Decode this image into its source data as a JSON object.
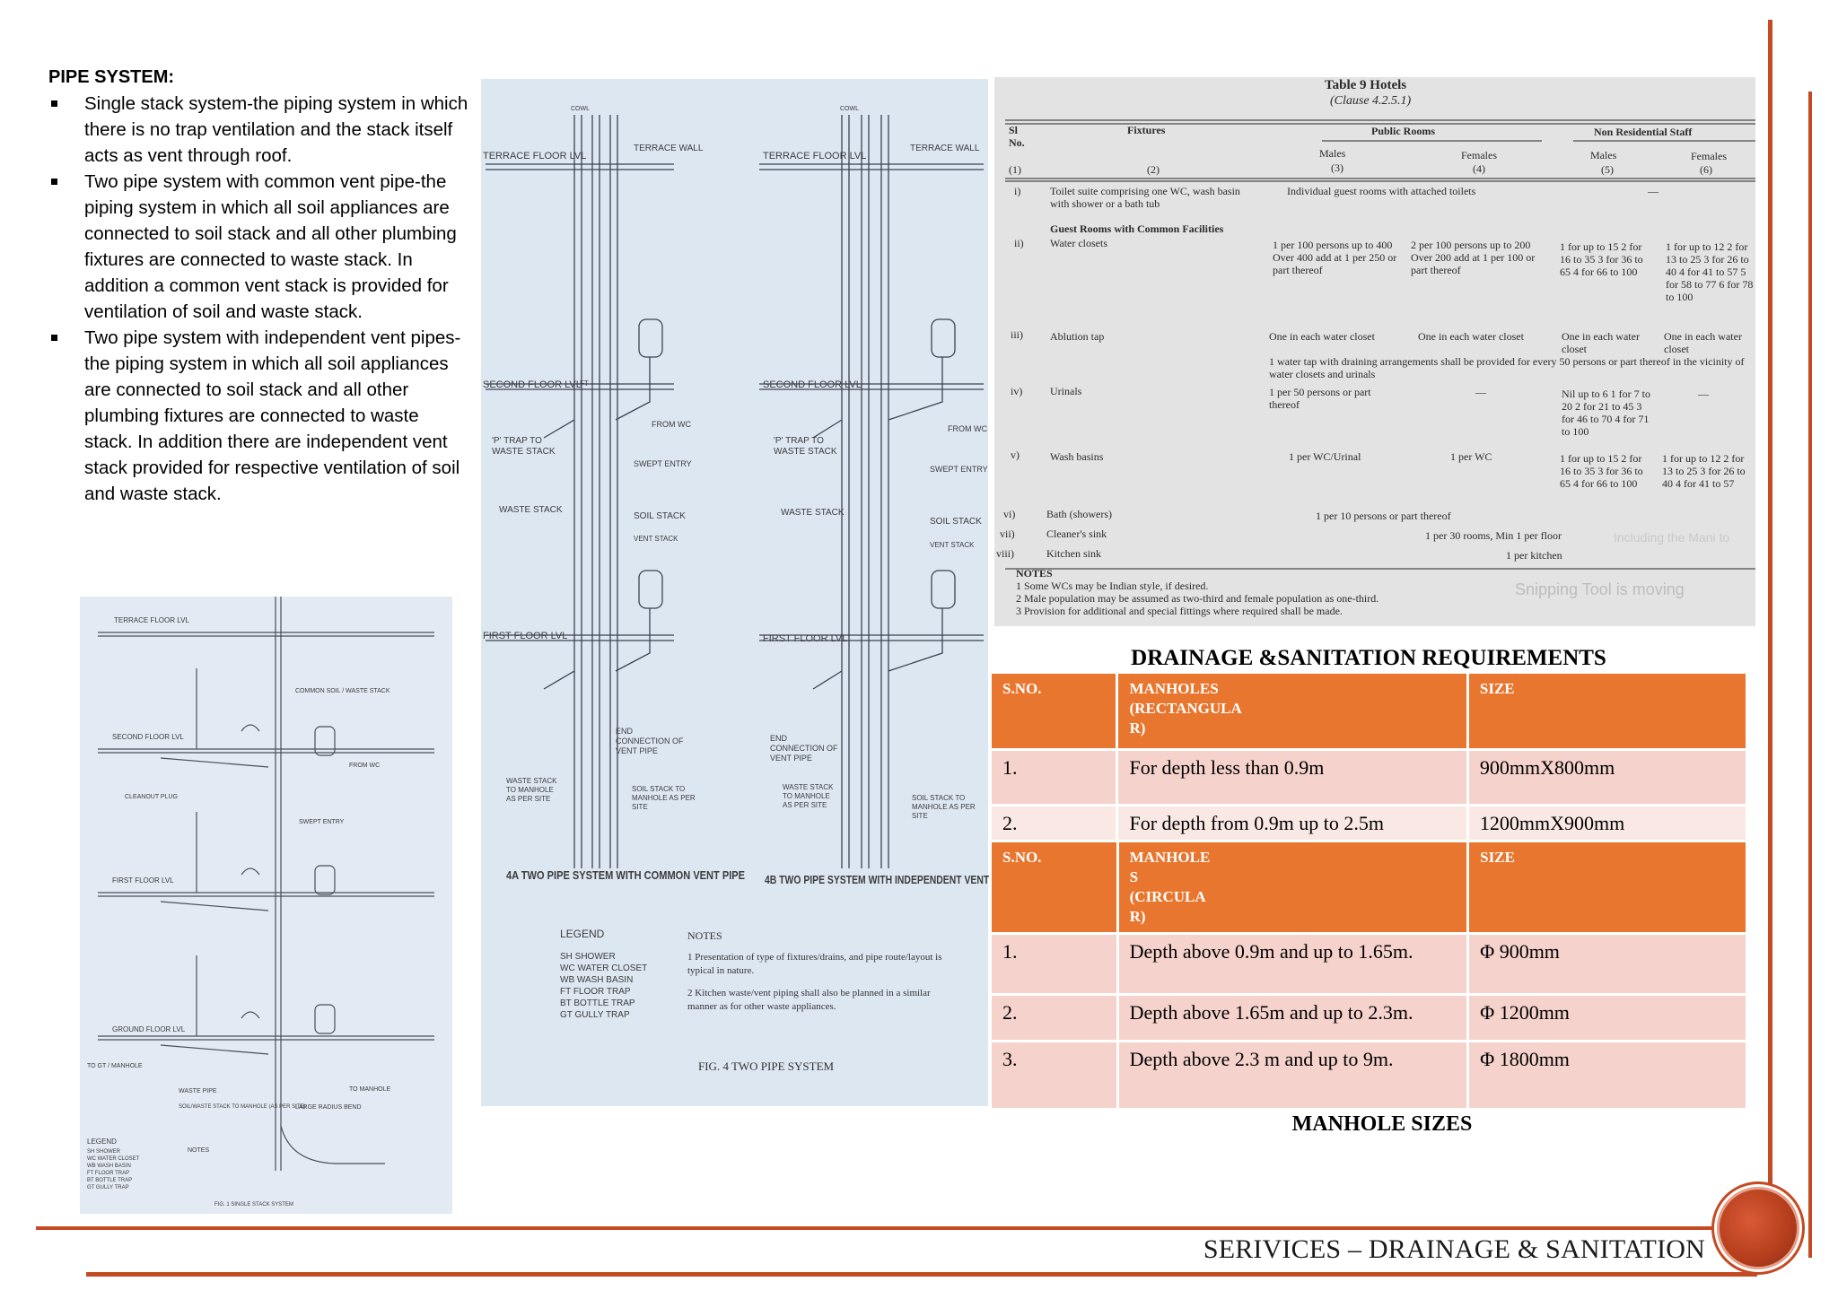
{
  "pipe_system": {
    "heading": "PIPE SYSTEM:",
    "bullets": [
      "Single stack system-the piping system in which  there is no trap ventilation and the stack itself  acts as vent through roof.",
      "Two pipe system with common vent pipe-the  piping system in which all soil appliances are  connected to soil stack and all other plumbing  fixtures are connected to waste stack. In  addition a common vent stack is provided for ventilation of soil and waste stack.",
      "Two pipe system with independent vent pipes-  the piping system in which all soil appliances  are connected to soil stack and all other  plumbing fixtures are connected to waste stack.  In addition there are independent vent stack  provided for respective ventilation of soil and  waste stack."
    ]
  },
  "single_stack_drawing": {
    "labels": [
      "TERRACE FLOOR LVL",
      "COMMON SOIL / WASTE STACK",
      "SECOND FLOOR LVL",
      "FIRST FLOOR LVL",
      "GROUND FLOOR LVL",
      "FROM WC",
      "SWEPT ENTRY",
      "CLEANOUT PLUG",
      "TO GT / MANHOLE",
      "WASTE PIPE",
      "SOIL/WASTE STACK TO MANHOLE (AS PER SITE)",
      "LARGE RADIUS BEND",
      "TO MANHOLE",
      "LEGEND",
      "NOTES"
    ],
    "legend": [
      "SH  SHOWER",
      "WC  WATER CLOSET",
      "WB  WASH BASIN",
      "FT  FLOOR TRAP",
      "BT  BOTTLE TRAP",
      "GT  GULLY TRAP"
    ],
    "caption": "FIG. 1 SINGLE STACK SYSTEM"
  },
  "two_pipe_drawing": {
    "labels_left": [
      "COWL",
      "TERRACE FLOOR LVL",
      "TERRACE WALL",
      "SECOND FLOOR LVL",
      "FT",
      "FROM WC",
      "'P' TRAP TO WASTE STACK",
      "SWEPT ENTRY",
      "WASTE STACK",
      "SOIL STACK",
      "VENT STACK",
      "FIRST FLOOR LVL",
      "END CONNECTION OF VENT PIPE",
      "WASTE STACK TO MANHOLE AS PER SITE",
      "SOIL STACK TO MANHOLE AS PER SITE"
    ],
    "labels_right": [
      "COWL",
      "TERRACE FLOOR LVL",
      "TERRACE WALL",
      "SECOND FLOOR LVL",
      "FROM WC",
      "'P' TRAP TO WASTE STACK",
      "SWEPT ENTRY",
      "WASTE STACK",
      "SOIL STACK",
      "VENT STACK",
      "FIRST FLOOR LVL",
      "END CONNECTION OF VENT PIPE",
      "WASTE STACK TO MANHOLE AS PER SITE",
      "SOIL STACK TO MANHOLE AS PER SITE"
    ],
    "caption_4a": "4A TWO PIPE SYSTEM WITH COMMON VENT PIPE",
    "caption_4b": "4B TWO PIPE SYSTEM WITH INDEPENDENT VENT PIPES",
    "legend_title": "LEGEND",
    "legend": [
      "SH  SHOWER",
      "WC  WATER CLOSET",
      "WB  WASH BASIN",
      "FT  FLOOR TRAP",
      "BT  BOTTLE TRAP",
      "GT  GULLY TRAP"
    ],
    "notes_title": "NOTES",
    "notes": [
      "1  Presentation of type of fixtures/drains, and pipe route/layout is typical in nature.",
      "2  Kitchen waste/vent piping shall also be planned in a similar manner as for other waste appliances."
    ],
    "caption": "FIG. 4 TWO PIPE SYSTEM"
  },
  "table9": {
    "title": "Table 9 Hotels",
    "clause": "(Clause 4.2.5.1)",
    "col_sl": "Sl No.",
    "col_fixtures": "Fixtures",
    "col_public": "Public Rooms",
    "col_staff": "Non Residential Staff",
    "col_males": "Males",
    "col_females": "Females",
    "col_nums": [
      "(1)",
      "(2)",
      "(3)",
      "(4)",
      "(5)",
      "(6)"
    ],
    "rows": [
      {
        "no": "i)",
        "fixture": "Toilet suite comprising one WC, wash basin with shower or a bath tub",
        "pm": "Individual guest rooms with attached toilets",
        "pf": "",
        "sm": "",
        "sf": "—"
      },
      {
        "no": "",
        "fixture": "Guest Rooms with Common Facilities",
        "pm": "",
        "pf": "",
        "sm": "",
        "sf": ""
      },
      {
        "no": "ii)",
        "fixture": "Water closets",
        "pm": "1 per 100 persons up to 400 Over 400 add at 1 per 250 or part thereof",
        "pf": "2 per 100 persons up to 200 Over 200 add at 1 per 100 or part thereof",
        "sm": "1 for up to 15 2 for 16 to 35 3 for 36 to 65 4 for 66 to 100",
        "sf": "1 for up to 12 2 for 13 to 25 3 for 26 to 40 4 for 41 to 57 5 for 58 to 77 6 for 78 to 100"
      },
      {
        "no": "iii)",
        "fixture": "Ablution tap",
        "pm": "One in each water closet",
        "pf": "One in each water closet",
        "sm": "One in each water closet",
        "sf": "One in each water closet"
      },
      {
        "no": "",
        "fixture": "1 water tap with draining arrangements shall be provided for every 50 persons or part thereof in the vicinity of water closets and urinals",
        "pm": "",
        "pf": "",
        "sm": "",
        "sf": ""
      },
      {
        "no": "iv)",
        "fixture": "Urinals",
        "pm": "1 per 50 persons or part thereof",
        "pf": "—",
        "sm": "Nil up to 6 1 for 7 to 20 2 for 21 to 45 3 for 46 to 70 4 for 71 to 100",
        "sf": "—"
      },
      {
        "no": "v)",
        "fixture": "Wash basins",
        "pm": "1 per WC/Urinal",
        "pf": "1 per WC",
        "sm": "1 for up to 15 2 for 16 to 35 3 for 36 to 65 4 for 66 to 100",
        "sf": "1 for up to 12 2 for 13 to 25 3 for 26 to 40 4 for 41 to 57"
      },
      {
        "no": "vi)",
        "fixture": "Bath (showers)",
        "pm": "1 per 10 persons or part thereof",
        "pf": "",
        "sm": "",
        "sf": ""
      },
      {
        "no": "vii)",
        "fixture": "Cleaner's sink",
        "pm": "1 per 30 rooms, Min 1 per floor",
        "pf": "",
        "sm": "",
        "sf": ""
      },
      {
        "no": "viii)",
        "fixture": "Kitchen sink",
        "pm": "1 per kitchen",
        "pf": "",
        "sm": "",
        "sf": ""
      }
    ],
    "notes_title": "NOTES",
    "notes": [
      "1  Some WCs may be Indian style, if desired.",
      "2  Male population may be assumed as two-third and female population as one-third.",
      "3  Provision for additional and special fittings where required shall be made."
    ],
    "overlay_1": "Snipping Tool is moving",
    "overlay_2": "Including the Mani to"
  },
  "drainage": {
    "heading": "DRAINAGE &SANITATION  REQUIREMENTS",
    "rect_header": {
      "sno": "S.NO.",
      "manholes": "MANHOLES (RECTANGULA R)",
      "size": "SIZE"
    },
    "rect_rows": [
      {
        "sno": "1.",
        "desc": "For depth less than 0.9m",
        "size": "900mmX800mm"
      },
      {
        "sno": "2.",
        "desc": "For depth from 0.9m up to 2.5m",
        "size": "1200mmX900mm"
      }
    ],
    "circ_header": {
      "sno": "S.NO.",
      "manholes": "MANHOLE S (CIRCULA R)",
      "size": "SIZE"
    },
    "circ_rows": [
      {
        "sno": "1.",
        "desc": "Depth above 0.9m and up to 1.65m.",
        "size": "Φ 900mm"
      },
      {
        "sno": "2.",
        "desc": "Depth above 1.65m and up to 2.3m.",
        "size": "Φ 1200mm"
      },
      {
        "sno": "3.",
        "desc": "Depth above 2.3 m and up to 9m.",
        "size": "Φ 1800mm"
      }
    ],
    "caption": "MANHOLE SIZES"
  },
  "footer": {
    "title": "SERIVICES – DRAINAGE & SANITATION"
  }
}
